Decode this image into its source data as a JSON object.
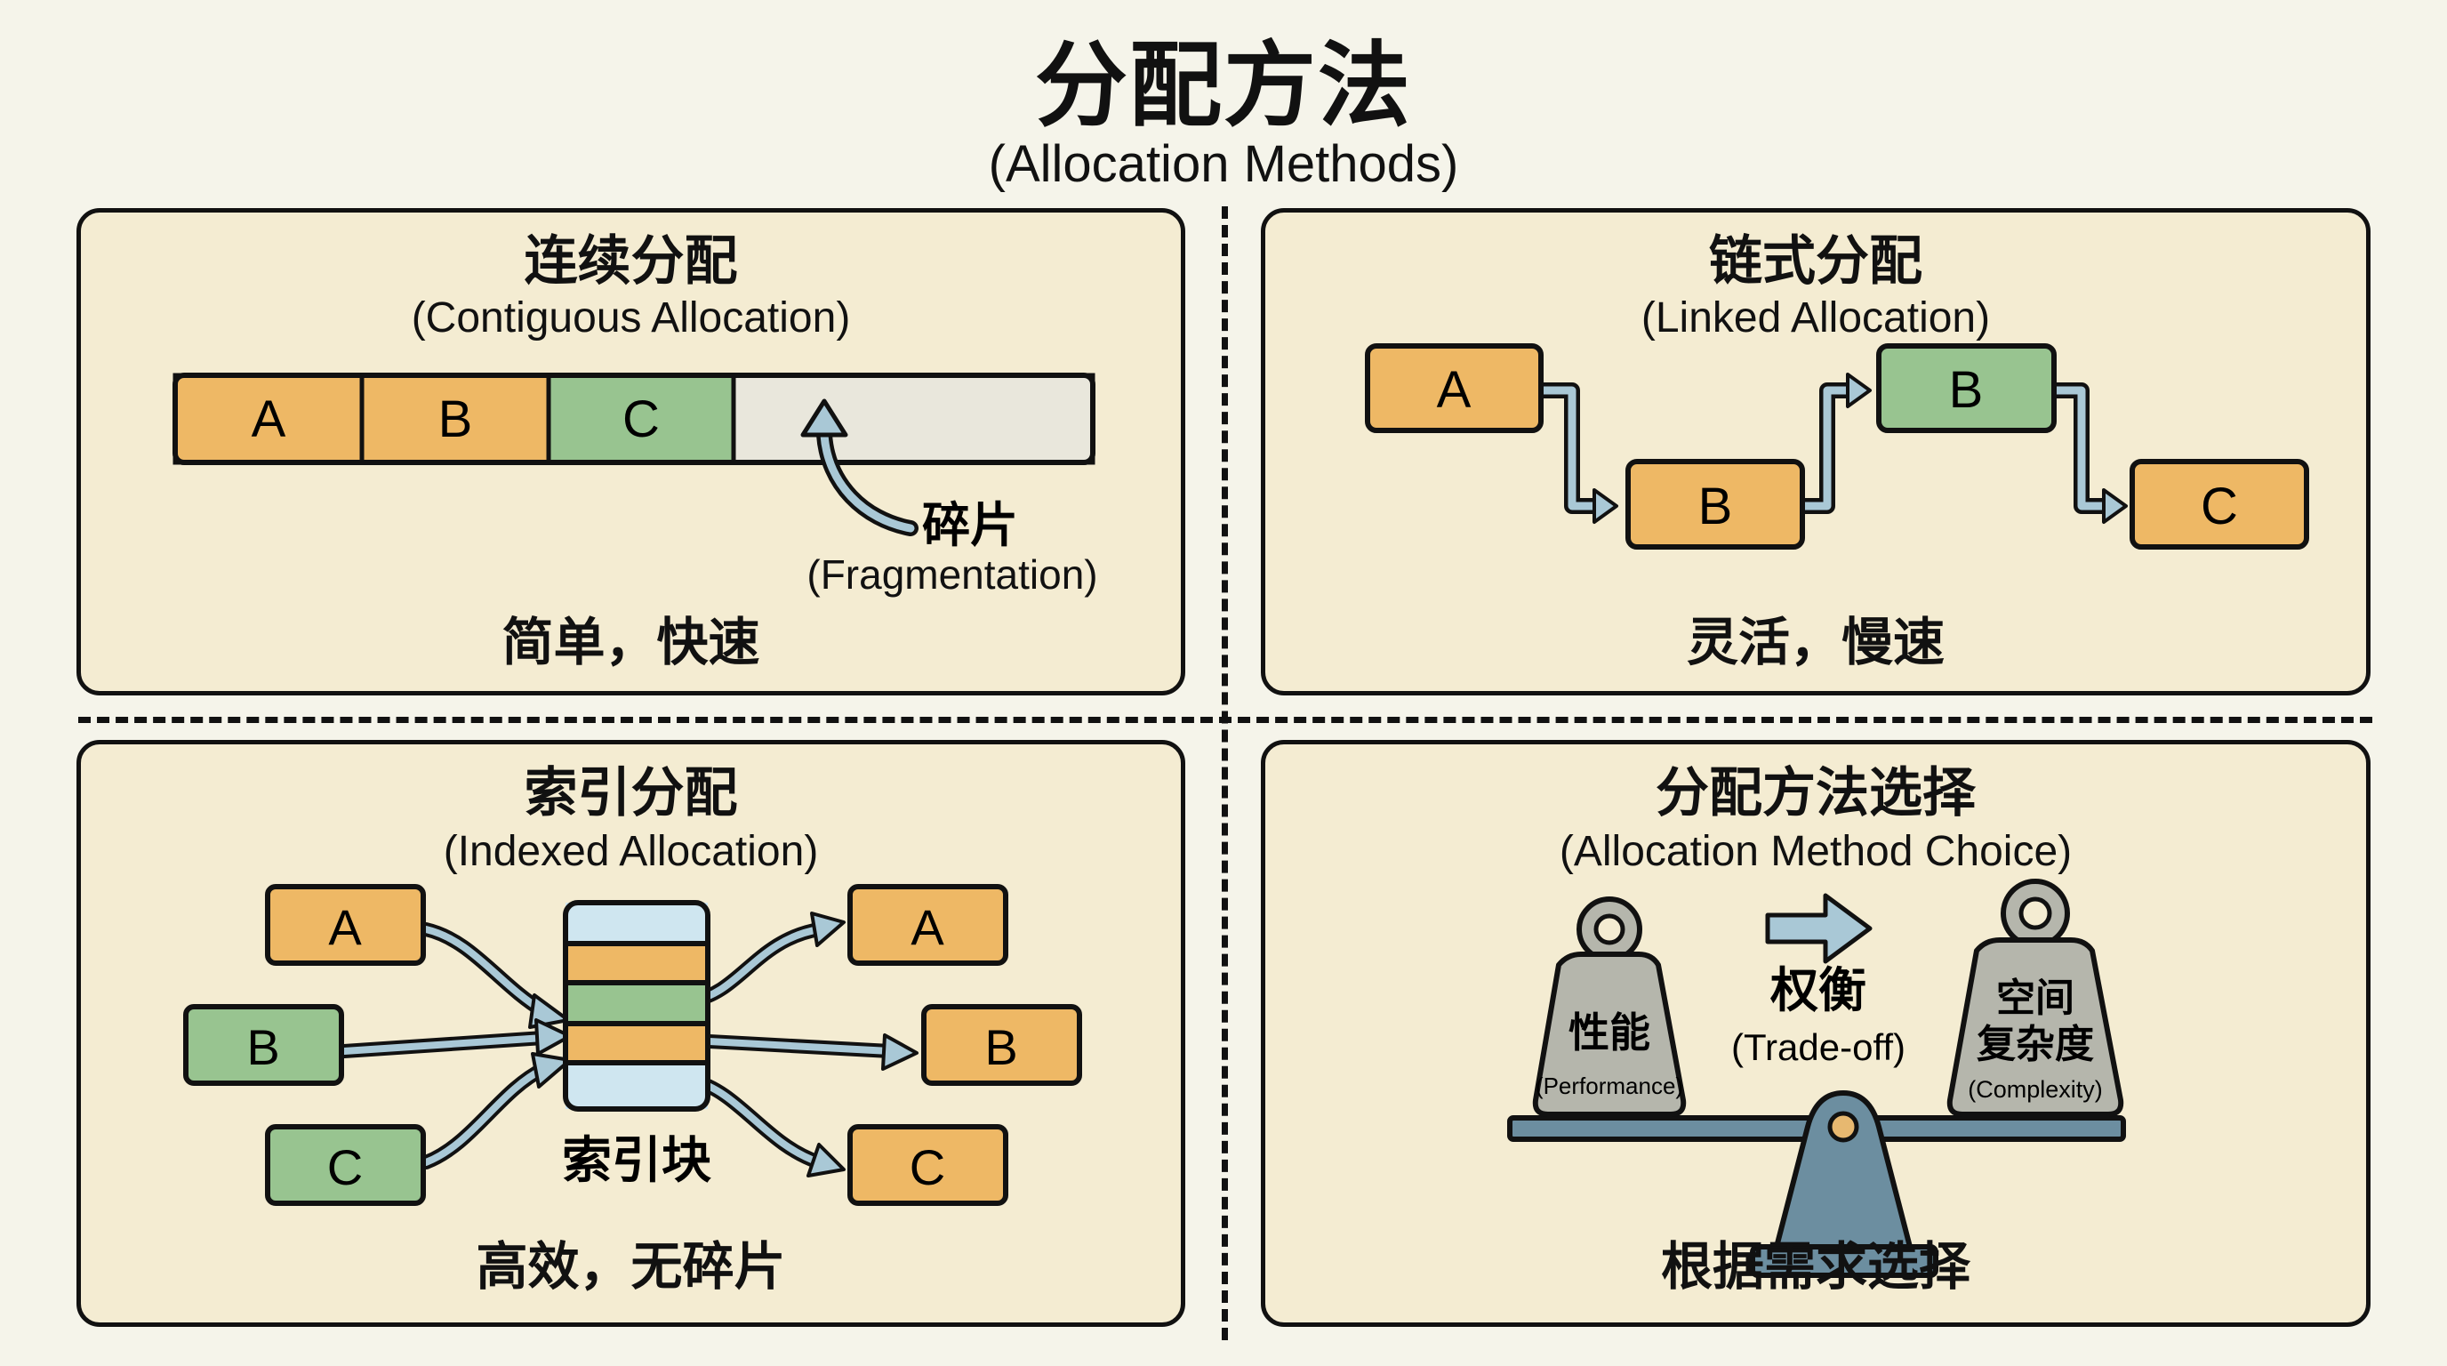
{
  "header": {
    "title": "分配方法",
    "subtitle": "(Allocation Methods)"
  },
  "colors": {
    "background": "#f5f4ea",
    "panel": "#f4ecd2",
    "orange_block": "#eeb865",
    "green_block": "#98c490",
    "free_space": "#e9e7dc",
    "arrow_blue": "#a9c8d6",
    "index_light_blue": "#cfe6f0",
    "scale_blue": "#6c8ea0",
    "weight_gray": "#b5b6ac",
    "pivot": "#e7b870",
    "outline": "#111111"
  },
  "panels": {
    "contiguous": {
      "title": "连续分配",
      "subtitle": "(Contiguous Allocation)",
      "blocks": [
        {
          "label": "A",
          "color": "orange"
        },
        {
          "label": "B",
          "color": "orange"
        },
        {
          "label": "C",
          "color": "green"
        },
        {
          "label": "",
          "color": "free"
        }
      ],
      "annotation_zh": "碎片",
      "annotation_en": "(Fragmentation)",
      "footer": "简单，快速"
    },
    "linked": {
      "title": "链式分配",
      "subtitle": "(Linked Allocation)",
      "nodes": [
        {
          "label": "A",
          "color": "orange"
        },
        {
          "label": "B",
          "color": "orange"
        },
        {
          "label": "B",
          "color": "green"
        },
        {
          "label": "C",
          "color": "orange"
        }
      ],
      "footer": "灵活，慢速"
    },
    "indexed": {
      "title": "索引分配",
      "subtitle": "(Indexed Allocation)",
      "inputs": [
        {
          "label": "A",
          "color": "orange"
        },
        {
          "label": "B",
          "color": "green"
        },
        {
          "label": "C",
          "color": "green"
        }
      ],
      "index_rows": [
        "light",
        "orange",
        "green",
        "orange",
        "light"
      ],
      "outputs": [
        {
          "label": "A",
          "color": "orange"
        },
        {
          "label": "B",
          "color": "orange"
        },
        {
          "label": "C",
          "color": "orange"
        }
      ],
      "index_label": "索引块",
      "footer": "高效，无碎片"
    },
    "choice": {
      "title": "分配方法选择",
      "subtitle": "(Allocation Method Choice)",
      "left_weight_zh": "性能",
      "left_weight_en": "(Performance)",
      "right_weight_zh_line1": "空间",
      "right_weight_zh_line2": "复杂度",
      "right_weight_en": "(Complexity)",
      "center_zh": "权衡",
      "center_en": "(Trade-off)",
      "footer": "根据需求选择"
    }
  }
}
